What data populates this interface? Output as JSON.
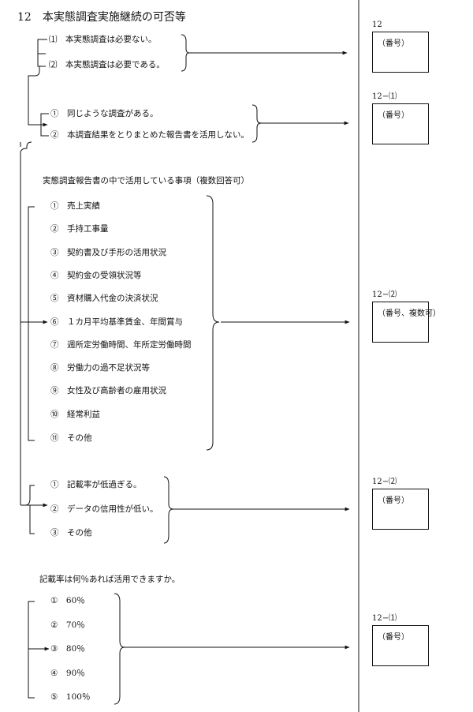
{
  "title": "12　本実態調査実施継続の可否等",
  "q1": {
    "options": [
      "⑴　本実態調査は必要ない。",
      "⑵　本実態調査は必要である。"
    ]
  },
  "q1_1": {
    "options": [
      "①　同じような調査がある。",
      "②　本調査結果をとりまとめた報告書を活用しない。"
    ]
  },
  "q2": {
    "prompt": "実態調査報告書の中で活用している事項（複数回答可）",
    "options": [
      "①　売上実績",
      "②　手持工事量",
      "③　契約書及び手形の活用状況",
      "④　契約金の受領状況等",
      "⑤　資材購入代金の決済状況",
      "⑥　１カ月平均基準賃金、年間賞与",
      "⑦　週所定労働時間、年所定労働時間",
      "⑧　労働力の過不足状況等",
      "⑨　女性及び高齢者の雇用状況",
      "⑩　経常利益",
      "⑪　その他"
    ]
  },
  "q3": {
    "options": [
      "①　記載率が低過ぎる。",
      "②　データの信用性が低い。",
      "③　その他"
    ]
  },
  "q4": {
    "prompt": "記載率は何％あれば活用できますか。",
    "options": [
      "①　60％",
      "②　70％",
      "③　80％",
      "④　90％",
      "⑤　100％"
    ]
  },
  "boxes": [
    {
      "code": "12",
      "label": "（番号）"
    },
    {
      "code": "12−⑴",
      "label": "（番号）"
    },
    {
      "code": "12−⑵",
      "label": "（番号、複数可）"
    },
    {
      "code": "12−⑵",
      "label": "（番号）"
    },
    {
      "code": "12−⑴",
      "label": "（番号）"
    }
  ]
}
